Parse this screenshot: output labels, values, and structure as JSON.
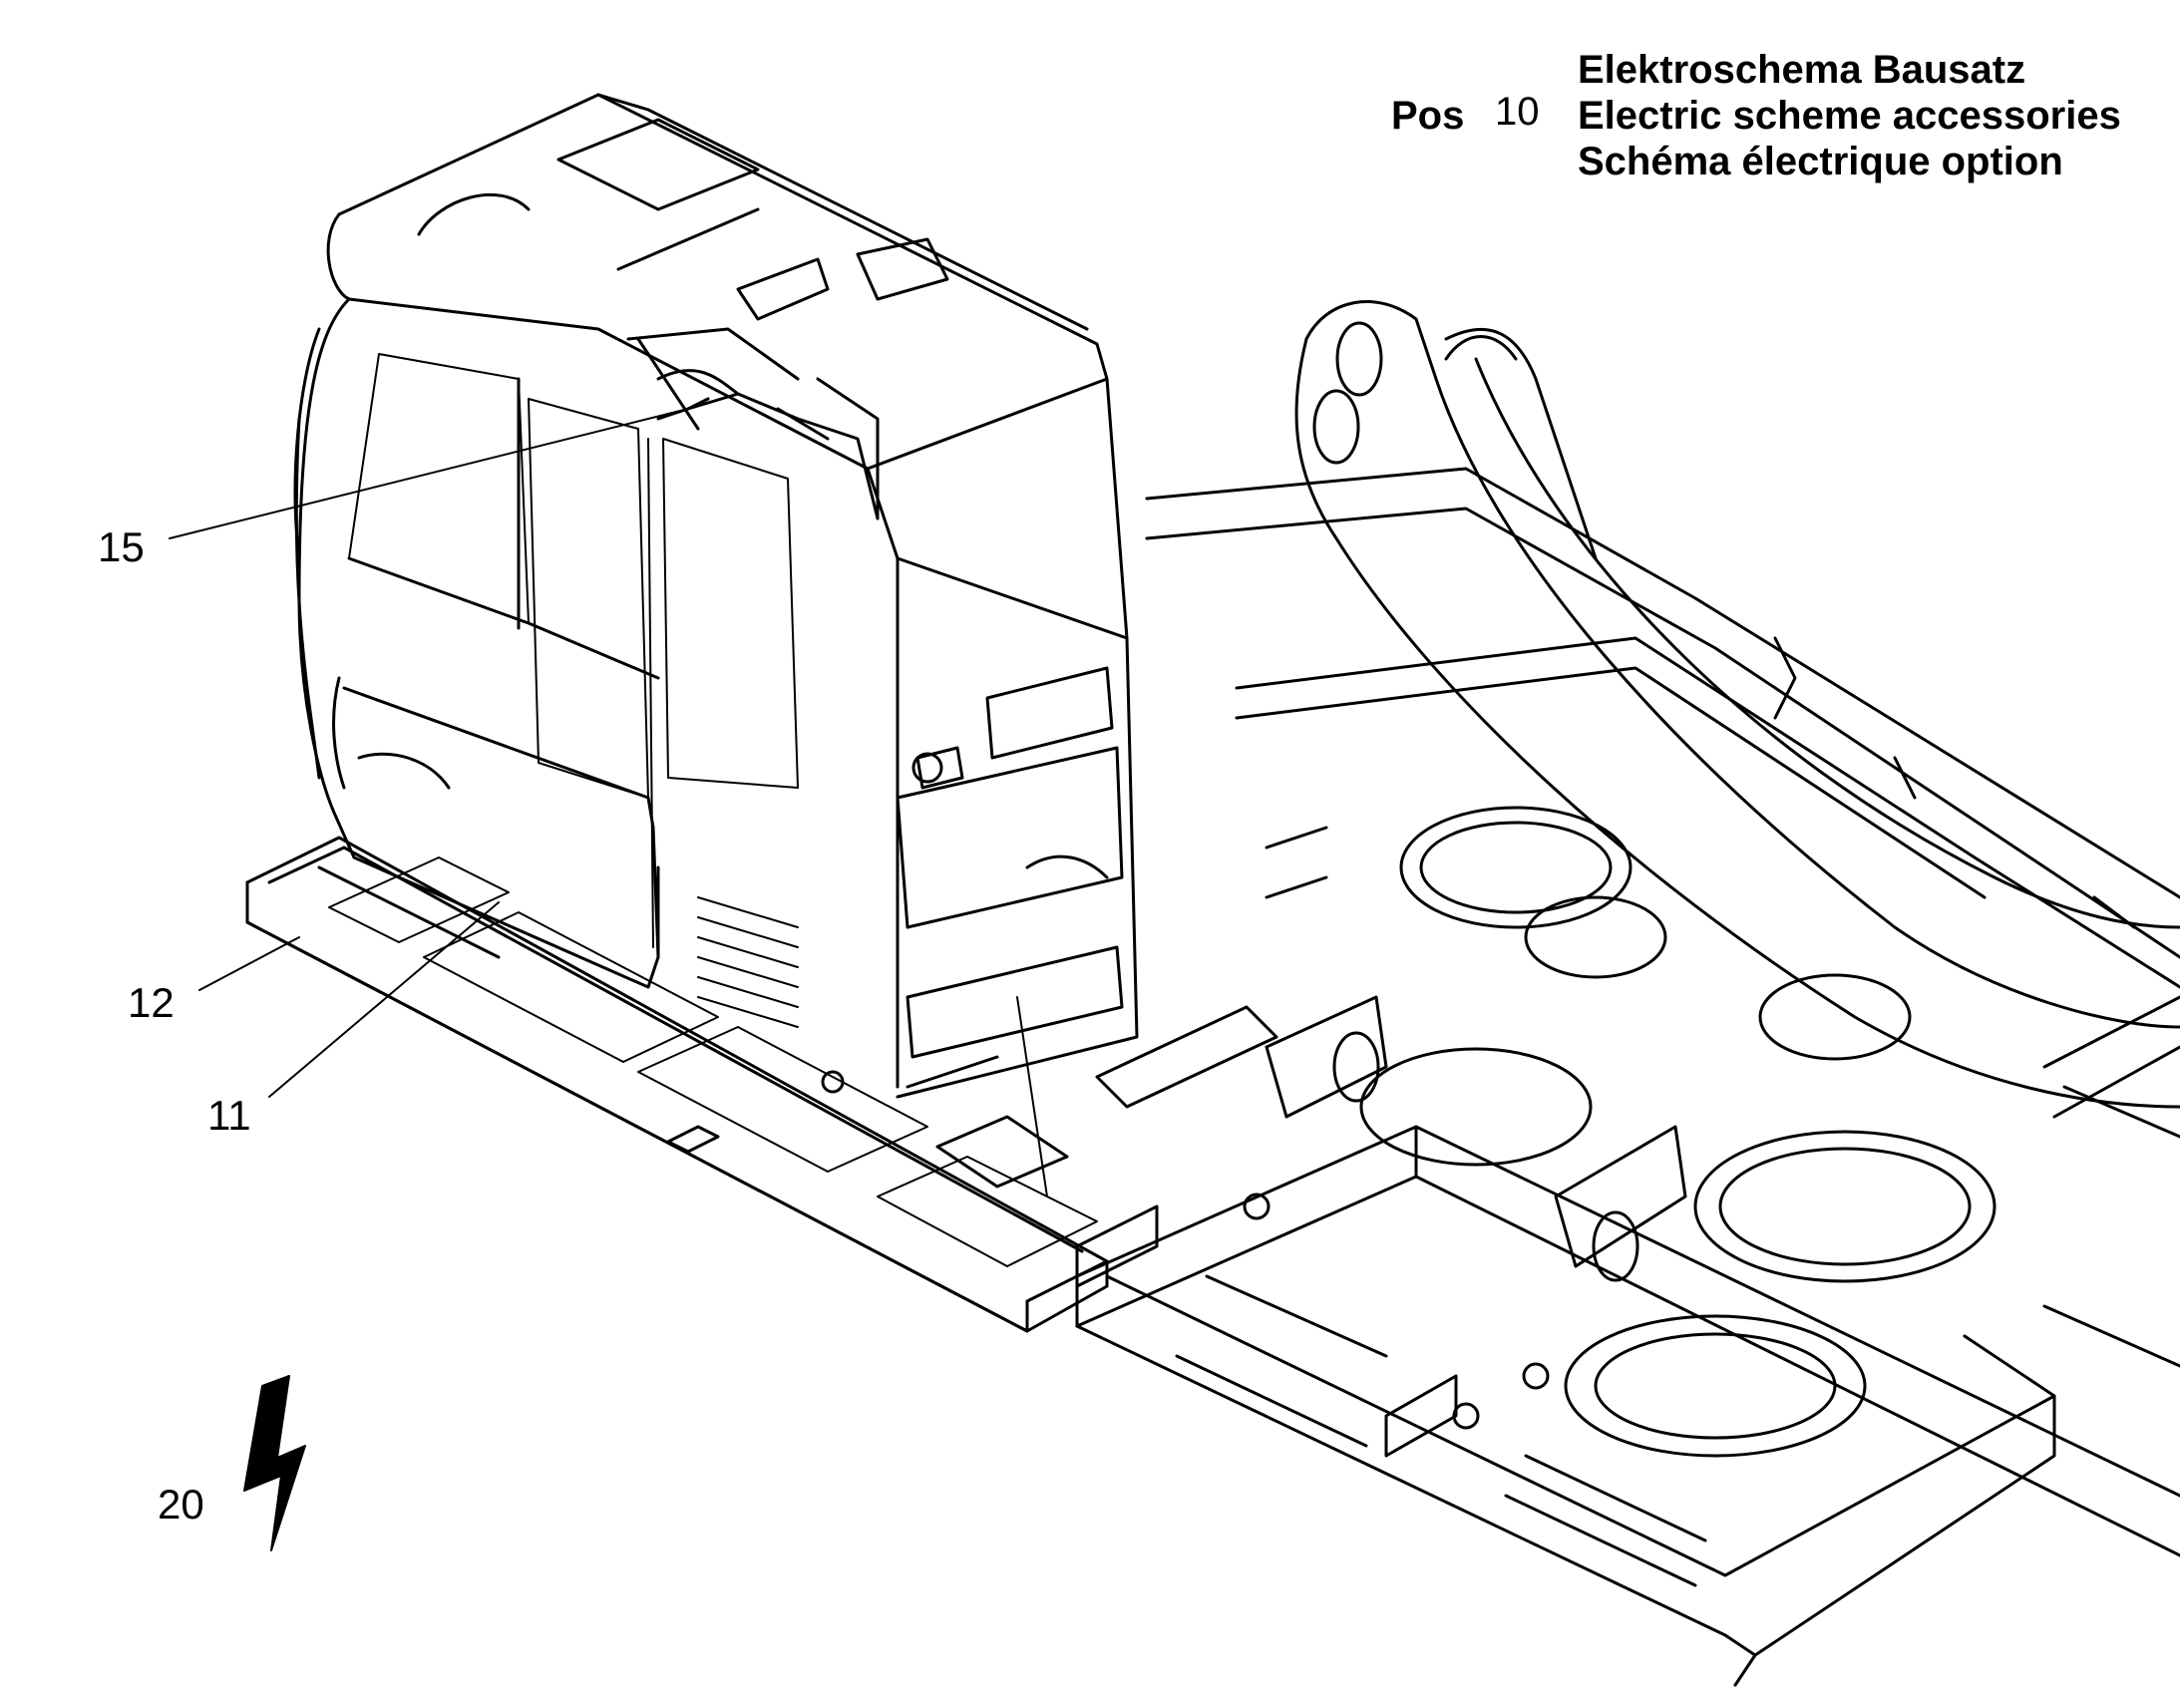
{
  "header": {
    "pos_label": "Pos",
    "pos_number": "10",
    "lines": [
      "Elektroschema Bausatz",
      "Electric scheme accessories",
      "Schéma électrique option"
    ]
  },
  "callouts": [
    {
      "id": "15",
      "label": "15"
    },
    {
      "id": "12",
      "label": "12"
    },
    {
      "id": "11",
      "label": "11"
    },
    {
      "id": "20",
      "label": "20"
    }
  ],
  "colors": {
    "line": "#000000",
    "background": "#ffffff"
  },
  "icons": {
    "electric_symbol": "lightning-bolt-icon"
  }
}
